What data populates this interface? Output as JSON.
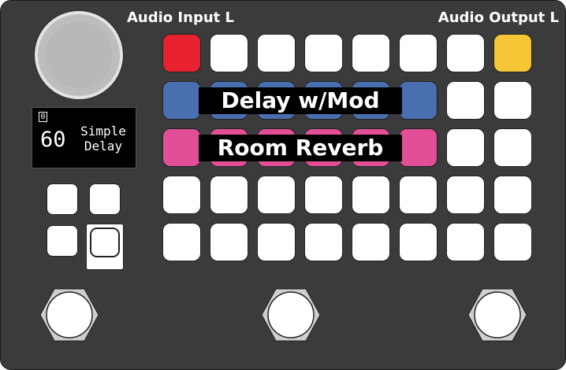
{
  "io": {
    "input_label": "Audio Input L",
    "output_label": "Audio Output L"
  },
  "display": {
    "indicator": "0",
    "preset_number": "60",
    "preset_name_line1": "Simple",
    "preset_name_line2": "Delay"
  },
  "effects": {
    "row1_label": "Delay w/Mod",
    "row2_label": "Room Reverb"
  },
  "colors": {
    "panel": "#3b3b3b",
    "pad_off": "#ffffff",
    "input_pad": "#e7212f",
    "output_pad": "#f5c636",
    "delay_pad": "#4a6fb0",
    "reverb_pad": "#e24f97"
  },
  "pad_grid": {
    "rows": 5,
    "cols": 8,
    "colors": [
      [
        "input_pad",
        "pad_off",
        "pad_off",
        "pad_off",
        "pad_off",
        "pad_off",
        "pad_off",
        "output_pad"
      ],
      [
        "delay_pad",
        "delay_pad",
        "delay_pad",
        "delay_pad",
        "delay_pad",
        "delay_pad",
        "pad_off",
        "pad_off"
      ],
      [
        "reverb_pad",
        "reverb_pad",
        "reverb_pad",
        "reverb_pad",
        "reverb_pad",
        "reverb_pad",
        "pad_off",
        "pad_off"
      ],
      [
        "pad_off",
        "pad_off",
        "pad_off",
        "pad_off",
        "pad_off",
        "pad_off",
        "pad_off",
        "pad_off"
      ],
      [
        "pad_off",
        "pad_off",
        "pad_off",
        "pad_off",
        "pad_off",
        "pad_off",
        "pad_off",
        "pad_off"
      ]
    ]
  }
}
